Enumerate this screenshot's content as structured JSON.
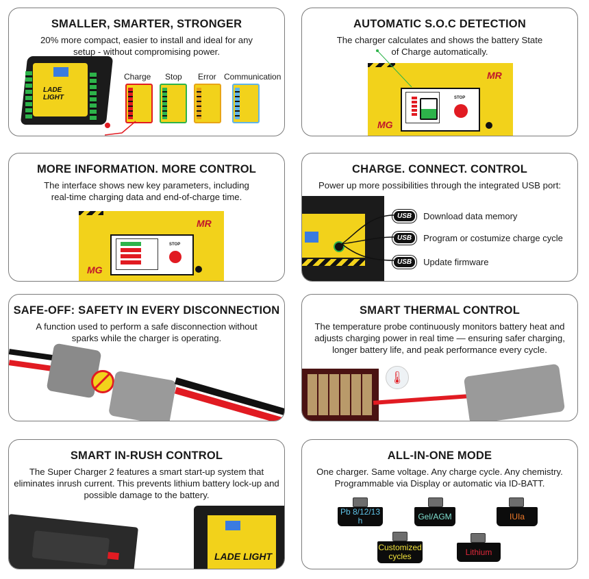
{
  "cards": {
    "c1": {
      "title": "SMALLER, SMARTER, STRONGER",
      "desc": "20% more compact, easier to install and ideal for any setup - without compromising power.",
      "states": [
        {
          "label": "Charge",
          "color": "#e11b22"
        },
        {
          "label": "Stop",
          "color": "#2db34a"
        },
        {
          "label": "Error",
          "color": "#e8a416"
        },
        {
          "label": "Communication",
          "color": "#5fb4e8"
        }
      ]
    },
    "c2": {
      "title": "AUTOMATIC S.O.C DETECTION",
      "desc": "The charger calculates and shows the battery State of Charge automatically.",
      "btn": "STOP"
    },
    "c3": {
      "title": "MORE INFORMATION. MORE CONTROL",
      "desc": "The interface shows new key parameters, including real-time charging data and end-of-charge time.",
      "btn": "STOP"
    },
    "c4": {
      "title": "CHARGE. CONNECT. CONTROL",
      "desc": "Power up more possibilities through the integrated USB port:",
      "usb_tag": "USB",
      "items": [
        "Download data memory",
        "Program or costumize charge cycle",
        "Update firmware"
      ]
    },
    "c5": {
      "title": "SAFE-OFF: SAFETY IN EVERY DISCONNECTION",
      "desc": "A function used to perform a safe disconnection without sparks while the charger is operating."
    },
    "c6": {
      "title": "SMART THERMAL CONTROL",
      "desc": "The temperature probe continuously monitors battery heat and adjusts charging power in real time — ensuring safer charging, longer battery life, and peak performance every cycle."
    },
    "c7": {
      "title": "SMART IN-RUSH CONTROL",
      "desc": "The Super Charger 2 features a smart start-up system that eliminates inrush current. This prevents lithium battery lock-up and possible damage to the battery."
    },
    "c8": {
      "title": "ALL-IN-ONE MODE",
      "desc": "One charger. Same voltage. Any charge cycle. Any chemistry. Programmable via Display or automatic via ID-BATT.",
      "modes": [
        {
          "label": "Pb 8/12/13 h",
          "color": "#5fc3e8"
        },
        {
          "label": "Gel/AGM",
          "color": "#7fe0d0"
        },
        {
          "label": "IUIa",
          "color": "#f07a2a"
        },
        {
          "label": "Customized cycles",
          "color": "#f2e33b"
        },
        {
          "label": "Lithium",
          "color": "#e0283a"
        }
      ]
    }
  },
  "colors": {
    "brand_yellow": "#f2d21b",
    "accent_red": "#e11b22"
  }
}
